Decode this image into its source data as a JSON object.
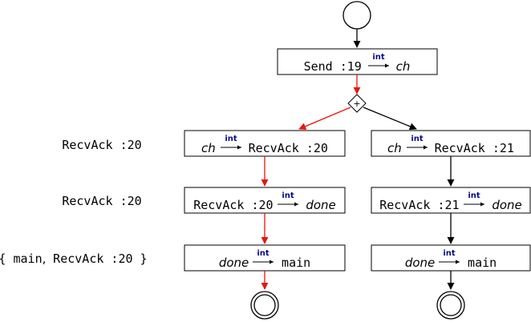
{
  "colors": {
    "highlight": "#e8150d",
    "edge": "#000000",
    "int_label": "#0a0a8c"
  },
  "annotations": [
    {
      "id": "ann1",
      "text": "RecvAck :20"
    },
    {
      "id": "ann2",
      "text": "RecvAck :20"
    },
    {
      "id": "ann3",
      "open": "{",
      "name": "main",
      "sep": ",",
      "rest": "RecvAck :20",
      "close": "}"
    }
  ],
  "top_node": {
    "left": "Send :19",
    "tag": "int",
    "right": "ch"
  },
  "fork_symbol": "+",
  "left_branch": [
    {
      "left": "ch",
      "tag": "int",
      "right": "RecvAck :20"
    },
    {
      "left": "RecvAck :20",
      "tag": "int",
      "right": "done"
    },
    {
      "left": "done",
      "tag": "int",
      "right": "main"
    }
  ],
  "right_branch": [
    {
      "left": "ch",
      "tag": "int",
      "right": "RecvAck :21"
    },
    {
      "left": "RecvAck :21",
      "tag": "int",
      "right": "done"
    },
    {
      "left": "done",
      "tag": "int",
      "right": "main"
    }
  ]
}
